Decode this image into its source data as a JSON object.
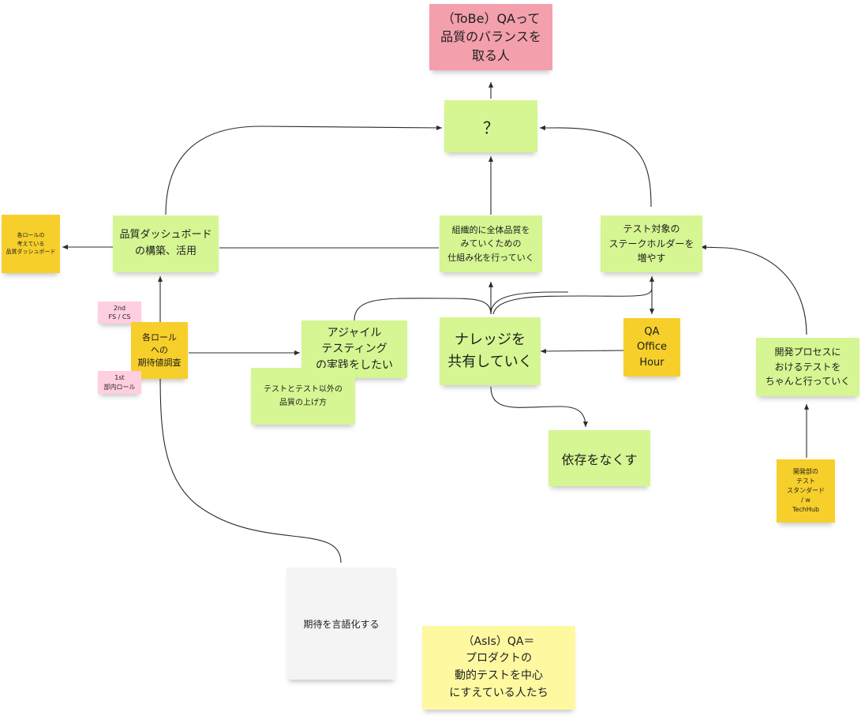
{
  "colors": {
    "green": "#d5f692",
    "red": "#f3a0ac",
    "orange": "#f7cf2b",
    "pink": "#ffcee0",
    "yellow": "#fef9a1",
    "gray": "#f4f4f4",
    "line": "#2b2b2b"
  },
  "notes": {
    "tobe": "（ToBe）QAって\n品質のバランスを\n取る人",
    "question": "？",
    "dashboard": "品質ダッシュボード\nの構築、活用",
    "role_dashboard": "各ロールの\n考えている\n品質ダッシュボード",
    "org_quality": "組織的に全体品質を\nみていくための\n仕組み化を行っていく",
    "stakeholders": "テスト対象の\nステークホルダーを\n増やす",
    "second_fs_cs": "2nd\nFS / CS",
    "role_expectations": "各ロール\nへの\n期待値調査",
    "first_dept_role": "1st\n部内ロール",
    "agile": "アジャイル\nテスティング\nの実践をしたい",
    "test_and_beyond": "テストとテスト以外の\n品質の上げ方",
    "knowledge": "ナレッジを\n共有していく",
    "office_hour": "QA\nOffice\nHour",
    "dev_process": "開発プロセスに\nおけるテストを\nちゃんと行っていく",
    "reduce_dependency": "依存をなくす",
    "techhub": "開発部の\nテスト\nスタンダード\n/ w\nTechHub",
    "verbalize": "期待を言語化する",
    "asis": "（AsIs）QA＝\nプロダクトの\n動的テストを中心\nにすえている人たち"
  }
}
